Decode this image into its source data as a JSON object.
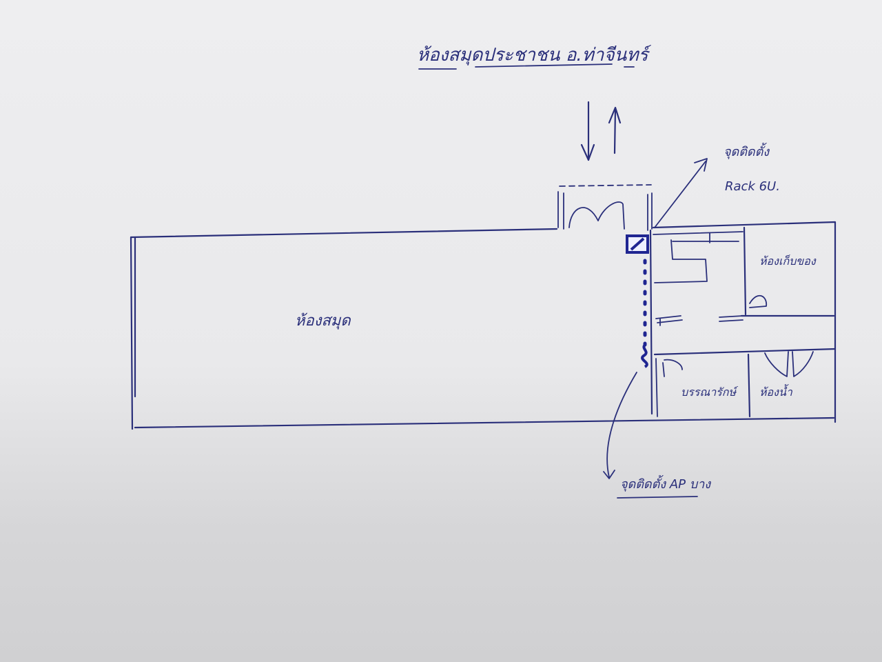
{
  "title": "ห้องสมุดประชาชน อ.ท่าจีนทร์",
  "rooms": {
    "reading_room": "ห้องสมุด",
    "storage_room": "ห้องเก็บของ",
    "office_room": "บรรณารักษ์",
    "restroom": "ห้องน้ำ"
  },
  "annotations": {
    "rack_label_line1": "จุดติดตั้ง",
    "rack_label_line2": "Rack 6U.",
    "ap_label": "จุดติดตั้ง AP บาง"
  },
  "colors": {
    "ink": "#2a2f7a",
    "paper": "#ececee"
  }
}
